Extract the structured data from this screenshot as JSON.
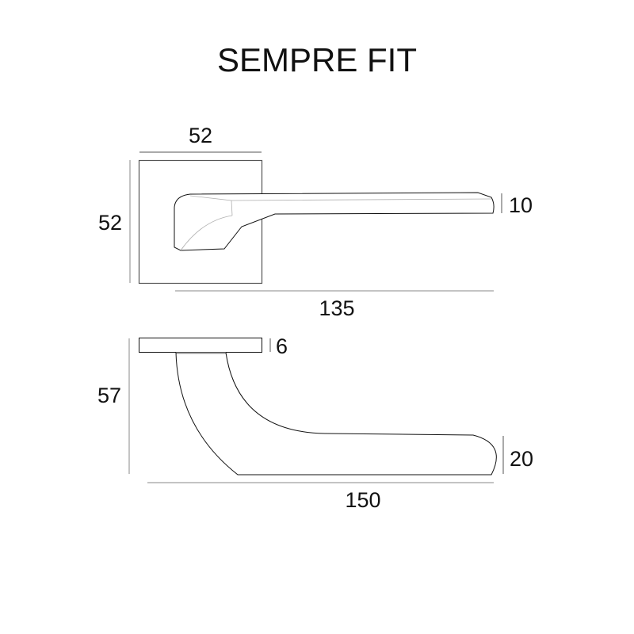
{
  "title": "SEMPRE FIT",
  "top_view": {
    "rose_width": "52",
    "rose_height": "52",
    "lever_thickness": "10",
    "lever_length": "135"
  },
  "side_view": {
    "rose_thickness": "6",
    "projection": "57",
    "grip_height": "20",
    "total_length": "150"
  },
  "colors": {
    "line": "#111111",
    "dim_line": "#8a8a8a",
    "hint_line": "#b0b0b0"
  }
}
